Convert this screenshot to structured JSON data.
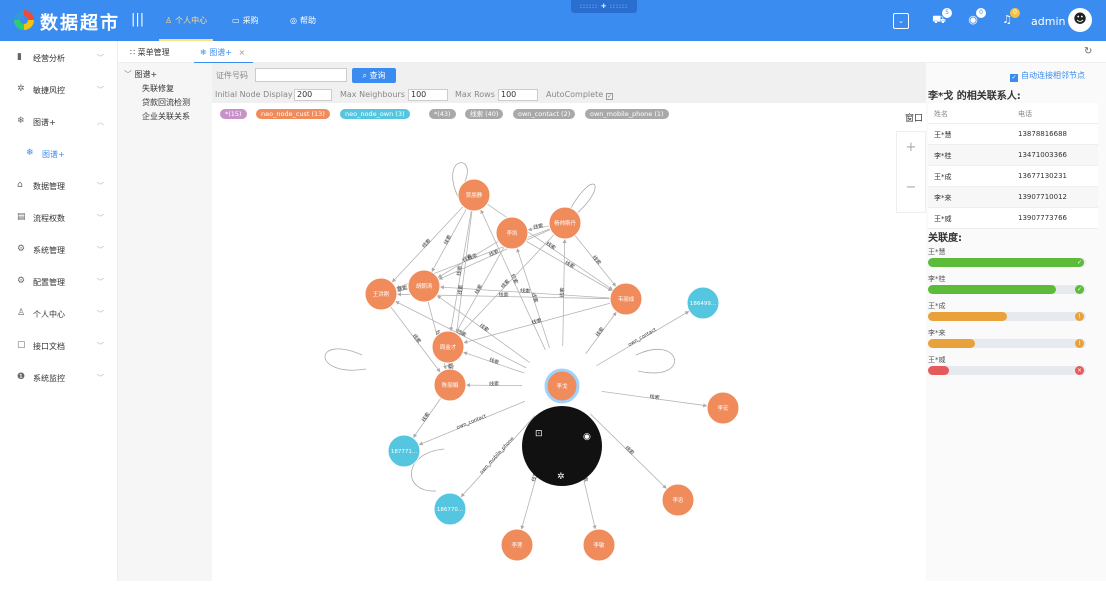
{
  "app": {
    "brand": "数据超市",
    "user": "admin",
    "menu_icon": "menu-icon"
  },
  "topnav": [
    {
      "label": "个人中心",
      "icon": "user-icon",
      "active": true
    },
    {
      "label": "采购",
      "icon": "monitor-icon",
      "active": false
    },
    {
      "label": "帮助",
      "icon": "help-icon",
      "active": false
    }
  ],
  "notifications": [
    {
      "icon": "cart-icon",
      "count": "5"
    },
    {
      "icon": "eye-icon",
      "count": "0"
    },
    {
      "icon": "bell-icon",
      "count": "0"
    }
  ],
  "sidebar": {
    "items": [
      {
        "label": "经营分析",
        "icon": "bar-chart-icon",
        "chevron": "﹀"
      },
      {
        "label": "敏捷风控",
        "icon": "settings-icon",
        "chevron": "﹀"
      },
      {
        "label": "图谱+",
        "icon": "snowflake-icon",
        "chevron": "︿"
      },
      {
        "label": "图谱+",
        "icon": "snowflake-icon",
        "sub": true,
        "chevron": ""
      },
      {
        "label": "数据管理",
        "icon": "home-icon",
        "chevron": "﹀"
      },
      {
        "label": "流程权数",
        "icon": "document-icon",
        "chevron": "﹀"
      },
      {
        "label": "系统管理",
        "icon": "gear-icon",
        "chevron": "﹀"
      },
      {
        "label": "配置管理",
        "icon": "gear-icon",
        "chevron": "﹀"
      },
      {
        "label": "个人中心",
        "icon": "person-icon",
        "chevron": "﹀"
      },
      {
        "label": "接口文档",
        "icon": "file-icon",
        "chevron": "﹀"
      },
      {
        "label": "系统监控",
        "icon": "info-icon",
        "chevron": "﹀"
      }
    ]
  },
  "tabs": [
    {
      "label": "菜单管理",
      "icon": "grid-icon",
      "active": false
    },
    {
      "label": "图谱+",
      "icon": "snowflake-icon",
      "active": true,
      "close": "×"
    }
  ],
  "tree": {
    "root": "图谱+",
    "children": [
      "失联修复",
      "贷款回流检测",
      "企业关联关系"
    ]
  },
  "query": {
    "id_label": "证件号码",
    "id_value": "",
    "search_label": "查询",
    "initial_label": "Initial Node Display",
    "initial_value": "200",
    "max_nb_label": "Max Neighbours",
    "max_nb_value": "100",
    "max_rows_label": "Max Rows",
    "max_rows_value": "100",
    "auto_label": "AutoComplete",
    "auto_checked": "✓"
  },
  "legend": [
    {
      "label": "*(15)",
      "color": "#c991c9"
    },
    {
      "label": "neo_node_cust (13)",
      "color": "#f08b5b"
    },
    {
      "label": "neo_node_own (3)",
      "color": "#55c6df"
    },
    {
      "label": "*(43)",
      "color": "#a9a9a9"
    },
    {
      "label": "线索 (40)",
      "color": "#a9a9a9"
    },
    {
      "label": "own_contact (2)",
      "color": "#a9a9a9"
    },
    {
      "label": "own_mobile_phone (1)",
      "color": "#a9a9a9"
    }
  ],
  "graph": {
    "window_label": "窗口",
    "zoom_in": "+",
    "zoom_out": "−",
    "nodes": [
      {
        "id": "n1",
        "label": "贾朋静",
        "type": "cust"
      },
      {
        "id": "n2",
        "label": "李凯",
        "type": "cust"
      },
      {
        "id": "n3",
        "label": "杨帅斯丹",
        "type": "cust"
      },
      {
        "id": "n4",
        "label": "王洪刚",
        "type": "cust"
      },
      {
        "id": "n5",
        "label": "胡朝涛",
        "type": "cust"
      },
      {
        "id": "n6",
        "label": "韦丽成",
        "type": "cust"
      },
      {
        "id": "n7",
        "label": "周金才",
        "type": "cust"
      },
      {
        "id": "n8",
        "label": "陈丽娟",
        "type": "cust"
      },
      {
        "id": "n9",
        "label": "李戈",
        "type": "cust",
        "selected": true
      },
      {
        "id": "n10",
        "label": "186499...",
        "type": "own"
      },
      {
        "id": "n11",
        "label": "李宏",
        "type": "cust"
      },
      {
        "id": "n12",
        "label": "187771...",
        "type": "own"
      },
      {
        "id": "n13",
        "label": "李忠",
        "type": "cust"
      },
      {
        "id": "n14",
        "label": "186770...",
        "type": "own"
      },
      {
        "id": "n15",
        "label": "李莲",
        "type": "cust"
      },
      {
        "id": "n16",
        "label": "李敏",
        "type": "cust"
      }
    ],
    "edges": [
      {
        "from": "n9",
        "to": "n1",
        "label": "线索"
      },
      {
        "from": "n9",
        "to": "n2",
        "label": "线索"
      },
      {
        "from": "n9",
        "to": "n3",
        "label": "线索"
      },
      {
        "from": "n9",
        "to": "n4",
        "label": "线索"
      },
      {
        "from": "n9",
        "to": "n5",
        "label": "线索"
      },
      {
        "from": "n9",
        "to": "n6",
        "label": "线索"
      },
      {
        "from": "n9",
        "to": "n7",
        "label": "线索"
      },
      {
        "from": "n9",
        "to": "n8",
        "label": "线索"
      },
      {
        "from": "n9",
        "to": "n10",
        "label": "own_contact"
      },
      {
        "from": "n9",
        "to": "n11",
        "label": "线索"
      },
      {
        "from": "n9",
        "to": "n12",
        "label": "own_contact"
      },
      {
        "from": "n9",
        "to": "n13",
        "label": "线索"
      },
      {
        "from": "n9",
        "to": "n14",
        "label": "own_mobile_phone"
      },
      {
        "from": "n9",
        "to": "n15",
        "label": "线索"
      },
      {
        "from": "n9",
        "to": "n16",
        "label": "线索"
      },
      {
        "from": "n1",
        "to": "n4",
        "label": "线索"
      },
      {
        "from": "n1",
        "to": "n5",
        "label": "线索"
      },
      {
        "from": "n1",
        "to": "n7",
        "label": "线索"
      },
      {
        "from": "n1",
        "to": "n6",
        "label": "线索"
      },
      {
        "from": "n3",
        "to": "n2",
        "label": "线索"
      },
      {
        "from": "n3",
        "to": "n4",
        "label": "线索"
      },
      {
        "from": "n3",
        "to": "n5",
        "label": "线索"
      },
      {
        "from": "n3",
        "to": "n7",
        "label": "线索"
      },
      {
        "from": "n3",
        "to": "n6",
        "label": "线索"
      },
      {
        "from": "n2",
        "to": "n5",
        "label": "线索"
      },
      {
        "from": "n2",
        "to": "n7",
        "label": "线索"
      },
      {
        "from": "n2",
        "to": "n6",
        "label": "线索"
      },
      {
        "from": "n6",
        "to": "n5",
        "label": "线索"
      },
      {
        "from": "n6",
        "to": "n7",
        "label": "线索"
      },
      {
        "from": "n6",
        "to": "n4",
        "label": "线索"
      },
      {
        "from": "n5",
        "to": "n4",
        "label": "线索"
      },
      {
        "from": "n5",
        "to": "n8",
        "label": "线索"
      },
      {
        "from": "n7",
        "to": "n8",
        "label": "线索"
      },
      {
        "from": "n4",
        "to": "n8",
        "label": "线索"
      },
      {
        "from": "n1",
        "to": "n8",
        "label": "线索"
      },
      {
        "from": "n8",
        "to": "n12",
        "label": "线索"
      }
    ]
  },
  "contacts": {
    "auto_expand_label": "自动连接相邻节点",
    "title": "李*戈 的相关联系人:",
    "headers": [
      "姓名",
      "电话"
    ],
    "rows": [
      {
        "name": "王*慧",
        "phone": "13878816688"
      },
      {
        "name": "李*桂",
        "phone": "13471003366"
      },
      {
        "name": "王*成",
        "phone": "13677130231"
      },
      {
        "name": "李*来",
        "phone": "13907710012"
      },
      {
        "name": "王*威",
        "phone": "13907773766"
      }
    ]
  },
  "relevance": {
    "title": "关联度:",
    "items": [
      {
        "name": "王*慧",
        "value": 0.98,
        "color": "#5dbb3a",
        "status_icon": "check-icon",
        "status": "✓"
      },
      {
        "name": "李*桂",
        "value": 0.81,
        "color": "#5dbb3a",
        "status_icon": "check-icon",
        "status": "✓"
      },
      {
        "name": "王*成",
        "value": 0.5,
        "color": "#e9a13b",
        "status_icon": "warning-icon",
        "status": "!"
      },
      {
        "name": "李*来",
        "value": 0.3,
        "color": "#e9a13b",
        "status_icon": "warning-icon",
        "status": "!"
      },
      {
        "name": "王*威",
        "value": 0.13,
        "color": "#e55a5a",
        "status_icon": "error-icon",
        "status": "×"
      }
    ]
  }
}
